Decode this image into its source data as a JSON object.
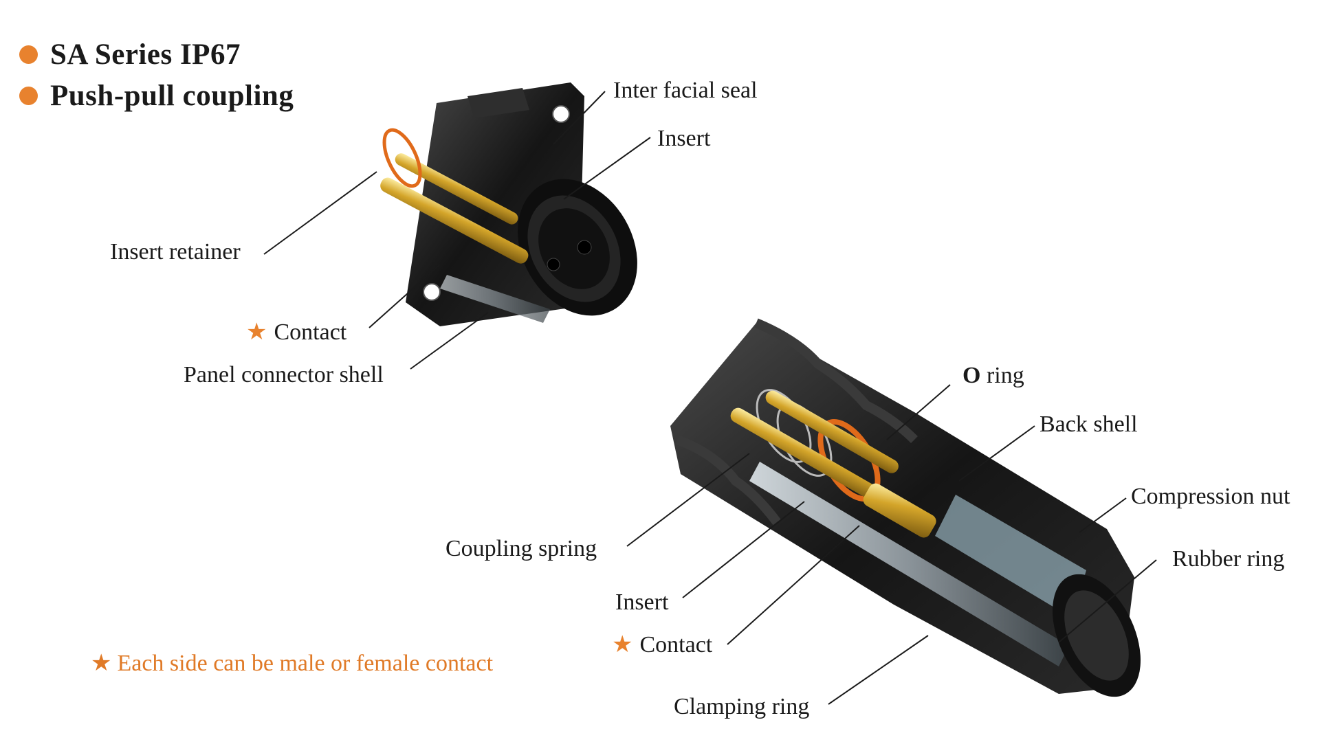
{
  "headings": [
    "SA Series  IP67",
    "Push-pull coupling"
  ],
  "labels": {
    "inter_facial_seal": "Inter facial seal",
    "insert_top": "Insert",
    "insert_retainer": "Insert retainer",
    "contact_top": "Contact",
    "panel_connector_shell": "Panel connector shell",
    "o_ring_bold": "O",
    "o_ring_rest": " ring",
    "back_shell": "Back shell",
    "compression_nut": "Compression nut",
    "rubber_ring": "Rubber ring",
    "coupling_spring": "Coupling  spring",
    "insert_bottom": "Insert",
    "contact_bottom": "Contact",
    "clamping_ring": "Clamping ring"
  },
  "star_glyph": "★",
  "note": "Each side can be male or female contact",
  "colors": {
    "accent": "#e8822e",
    "body": "#1b1b1b",
    "gold": "#c9a227",
    "wire": "#e06a1a"
  }
}
